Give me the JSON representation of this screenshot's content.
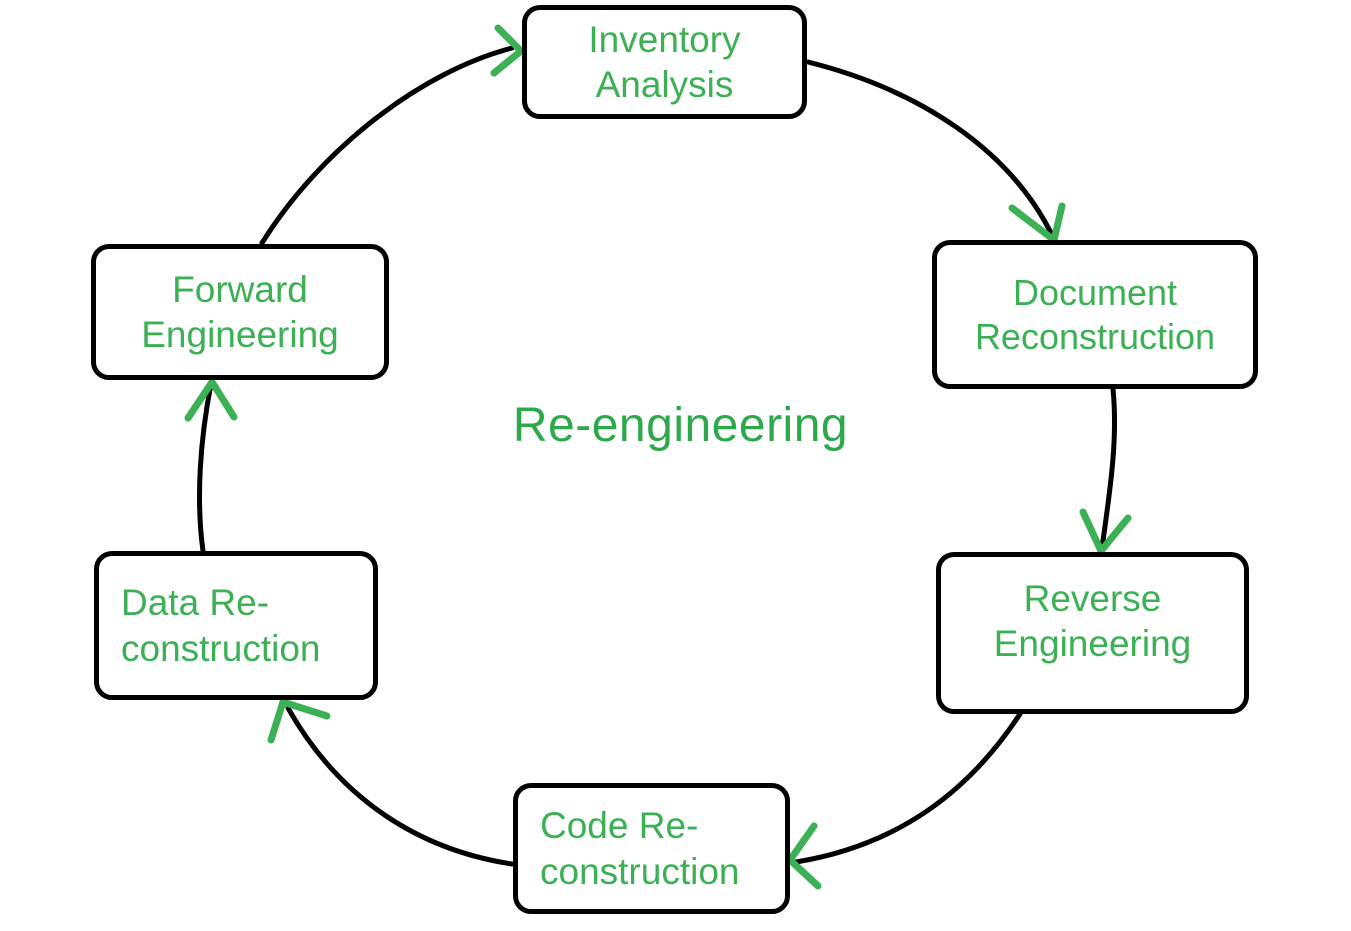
{
  "diagram": {
    "title": "Re-engineering",
    "center_label_color": "#2da84a",
    "node_text_color": "#3cb054",
    "node_border_color": "#000000",
    "edge_line_color": "#000000",
    "arrowhead_color": "#3cb054",
    "background_color": "#ffffff",
    "layout": "cycle",
    "nodes": [
      {
        "id": "inventory-analysis",
        "label": "Inventory\nAnalysis",
        "align": "center"
      },
      {
        "id": "document-reconstruction",
        "label": "Document\nReconstruction",
        "align": "center"
      },
      {
        "id": "reverse-engineering",
        "label": "Reverse\nEngineering",
        "align": "center"
      },
      {
        "id": "code-reconstruction",
        "label": "Code Re-\nconstruction",
        "align": "left"
      },
      {
        "id": "data-reconstruction",
        "label": "Data Re-\nconstruction",
        "align": "left"
      },
      {
        "id": "forward-engineering",
        "label": "Forward\nEngineering",
        "align": "center"
      }
    ],
    "edges": [
      {
        "from": "inventory-analysis",
        "to": "document-reconstruction",
        "style": "curved"
      },
      {
        "from": "document-reconstruction",
        "to": "reverse-engineering",
        "style": "curved"
      },
      {
        "from": "reverse-engineering",
        "to": "code-reconstruction",
        "style": "curved"
      },
      {
        "from": "code-reconstruction",
        "to": "data-reconstruction",
        "style": "curved"
      },
      {
        "from": "data-reconstruction",
        "to": "forward-engineering",
        "style": "curved"
      },
      {
        "from": "forward-engineering",
        "to": "inventory-analysis",
        "style": "curved"
      }
    ]
  }
}
